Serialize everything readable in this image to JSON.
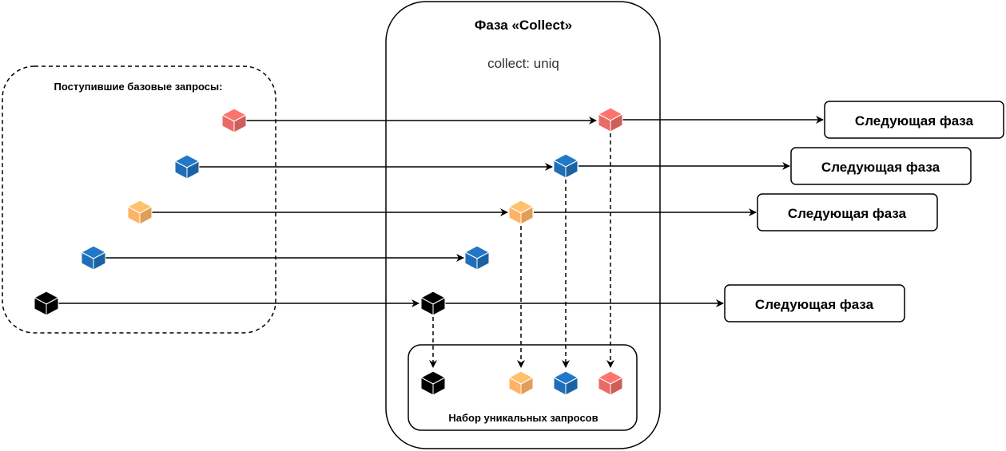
{
  "incoming": {
    "label": "Поступившие базовые запросы:"
  },
  "phase": {
    "title": "Фаза «Collect»",
    "subtitle": "collect: uniq"
  },
  "unique_set": {
    "label": "Набор уникальных запросов"
  },
  "next_phase_label": "Следующая фаза",
  "colors": {
    "red": "#ea6b66",
    "blue": "#1f6fb8",
    "orange": "#ffb366",
    "black": "#000000"
  },
  "requests": [
    {
      "id": "red",
      "color": "red",
      "passes_to_next": true,
      "collected": true
    },
    {
      "id": "blue",
      "color": "blue",
      "passes_to_next": true,
      "collected": true
    },
    {
      "id": "orange",
      "color": "orange",
      "passes_to_next": true,
      "collected": true
    },
    {
      "id": "blue-duplicate",
      "color": "blue",
      "passes_to_next": false,
      "collected": false
    },
    {
      "id": "black",
      "color": "black",
      "passes_to_next": true,
      "collected": true
    }
  ]
}
